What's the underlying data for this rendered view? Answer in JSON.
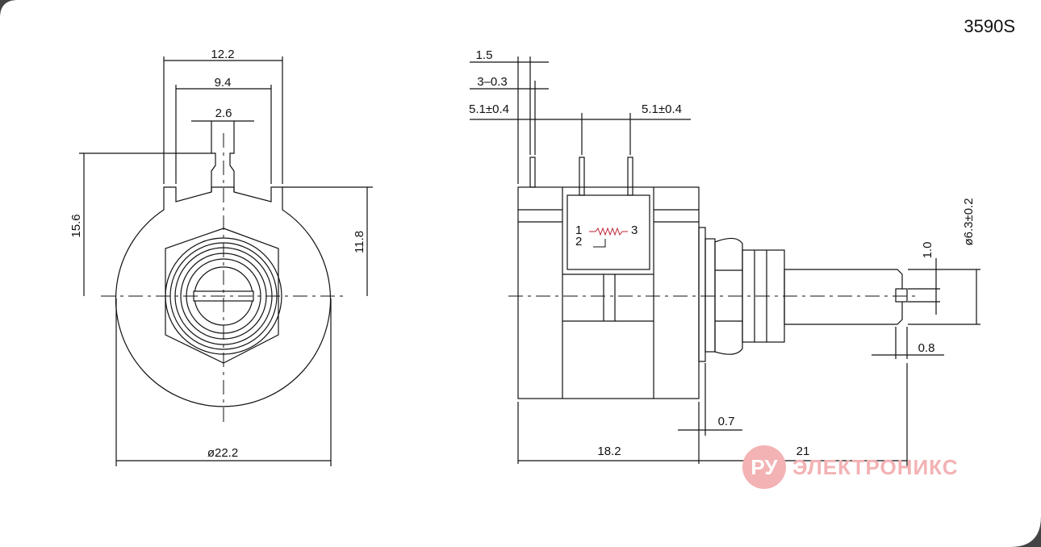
{
  "model": "3590S",
  "watermark": {
    "circle": "РУ",
    "text": "ЭЛЕКТРОНИКС"
  },
  "front_view": {
    "dims": [
      "12.2",
      "9.4",
      "2.6",
      "15.6",
      "11.8",
      "ø22.2"
    ]
  },
  "side_view": {
    "dims": [
      "1.5",
      "3–0.3",
      "5.1±0.4",
      "5.1±0.4",
      "ø6.3±0.2",
      "1.0",
      "0.8",
      "0.7",
      "18.2",
      "21"
    ],
    "pin_labels": [
      "1",
      "2",
      "3"
    ]
  }
}
